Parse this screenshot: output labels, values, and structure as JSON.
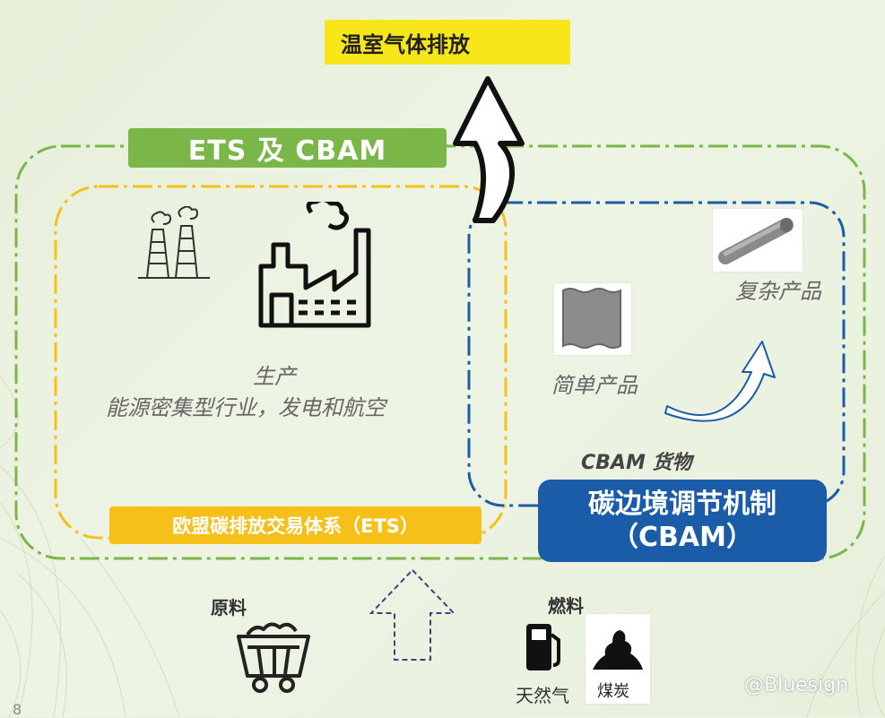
{
  "top": {
    "ghg_label": "温室气体排放"
  },
  "outer_group": {
    "title": "ETS 及 CBAM"
  },
  "ets": {
    "production_title": "生产",
    "production_desc": "能源密集型行业，发电和航空",
    "banner": "欧盟碳排放交易体系（ETS）"
  },
  "cbam": {
    "simple_product": "简单产品",
    "complex_product": "复杂产品",
    "goods_label": "CBAM 货物",
    "box_line1": "碳边境调节机制",
    "box_line2": "（CBAM）"
  },
  "inputs": {
    "raw_material": "原料",
    "fuel": "燃料",
    "natural_gas": "天然气",
    "coal": "煤炭"
  },
  "footer": {
    "watermark": "@Bluesign",
    "page_number": "8"
  },
  "colors": {
    "green": "#7ab648",
    "yellow": "#f6bf1a",
    "blue": "#1a5ca8",
    "ghg_yellow": "#f6e61a"
  },
  "icons": [
    "chimneys-icon",
    "factory-icon",
    "steel-sheet-icon",
    "steel-pipe-icon",
    "curved-arrow-icon",
    "up-arrow-icon",
    "mine-cart-icon",
    "fuel-pump-icon",
    "coal-pile-icon"
  ]
}
